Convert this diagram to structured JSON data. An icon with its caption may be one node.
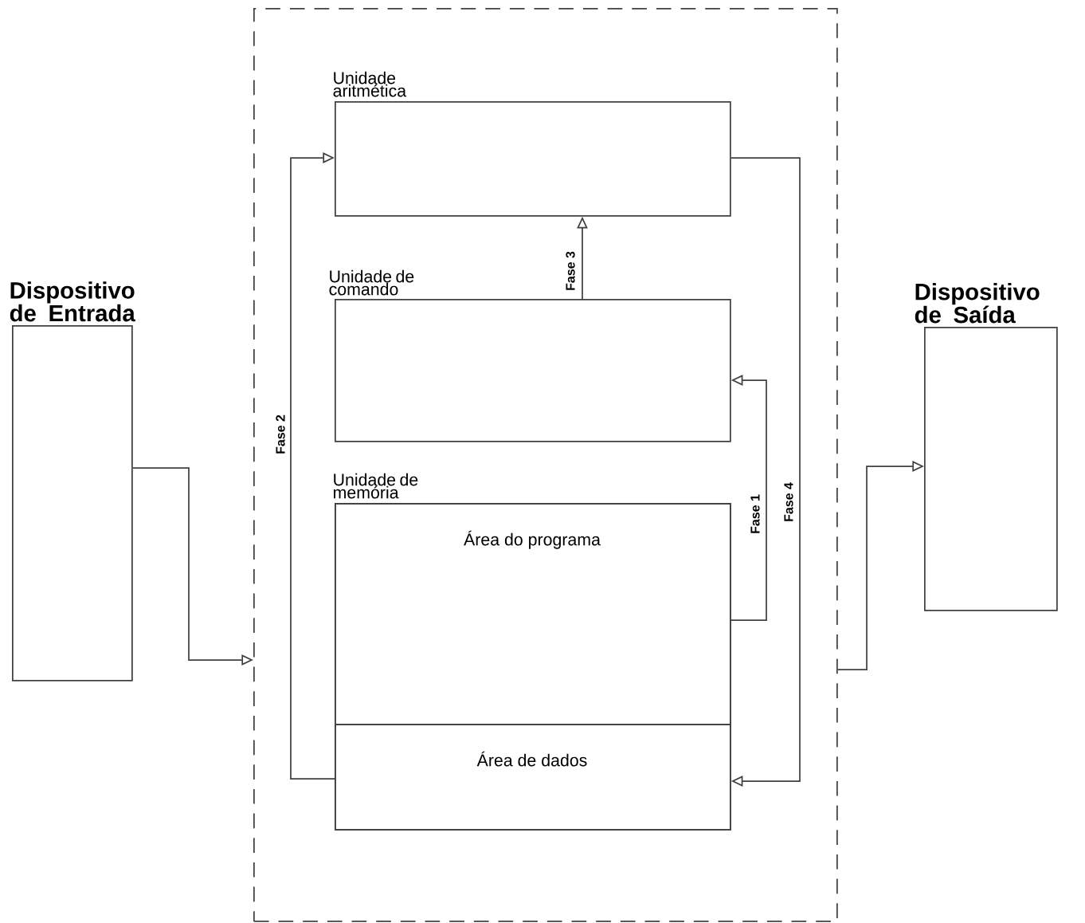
{
  "diagram": {
    "nodes": [
      {
        "text": [
          "Dispositivo de Entrada"
        ]
      },
      {
        "text": [],
        "shape": "box"
      },
      {
        "text": [
          "Unidade aritmética"
        ],
        "in": 1
      },
      {
        "text": [
          "Unidade de comando"
        ],
        "in": 1
      },
      {
        "text": [
          "Unidade de memória"
        ],
        "in": 1
      },
      {
        "text": [
          "Área do programa"
        ],
        "in": 4
      },
      {
        "text": [
          "Área de dados"
        ],
        "in": 4
      },
      {
        "text": [
          "Dispositivo de Saída"
        ]
      }
    ],
    "edges": [
      {
        "from": 0,
        "to": 1,
        "arrow": "to"
      },
      {
        "from": 6,
        "to": 2,
        "arrow": "to",
        "label": "Fase 2"
      },
      {
        "from": 3,
        "to": 2,
        "arrow": "to",
        "label": "Fase 3"
      },
      {
        "from": 5,
        "to": 3,
        "arrow": "to",
        "label": "Fase 1"
      },
      {
        "from": 2,
        "to": 6,
        "arrow": "to",
        "label": "Fase 4"
      },
      {
        "from": 1,
        "to": 7,
        "arrow": "to"
      }
    ]
  }
}
